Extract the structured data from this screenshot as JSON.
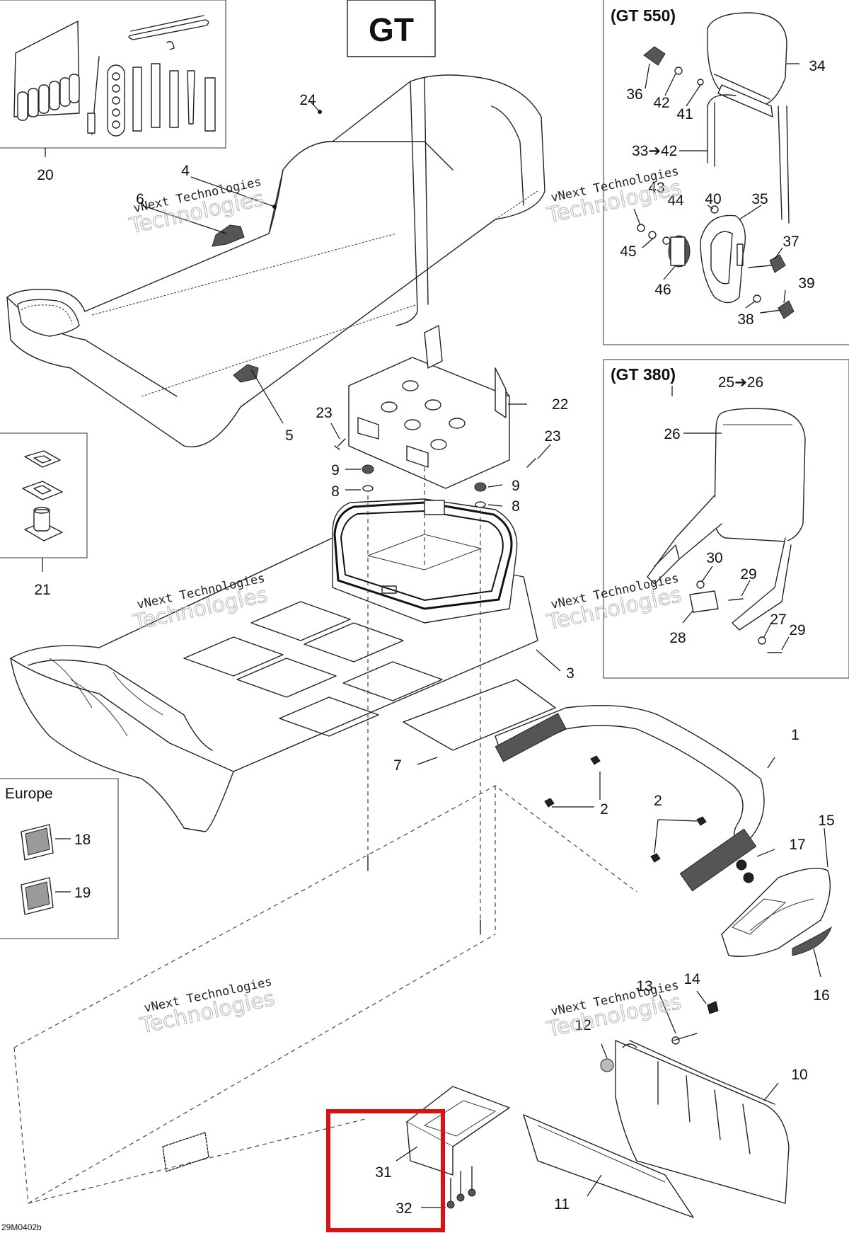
{
  "diagram": {
    "title": "GT",
    "inset_gt550": "(GT 550)",
    "inset_gt380": "(GT 380)",
    "inset_europe": "Europe",
    "drawing_code": "29M0402b",
    "watermark_line1": "vNext Technologies",
    "watermark_line2": "Technologies",
    "highlight_color": "#dd1111",
    "callouts": {
      "c1": "1",
      "c2a": "2",
      "c2b": "2",
      "c3": "3",
      "c4": "4",
      "c5": "5",
      "c6": "6",
      "c7": "7",
      "c8a": "8",
      "c8b": "8",
      "c9a": "9",
      "c9b": "9",
      "c10": "10",
      "c11": "11",
      "c12": "12",
      "c13": "13",
      "c14": "14",
      "c15": "15",
      "c16": "16",
      "c17": "17",
      "c18": "18",
      "c19": "19",
      "c20": "20",
      "c21": "21",
      "c22": "22",
      "c23a": "23",
      "c23b": "23",
      "c24": "24",
      "c25_26": "25➔26",
      "c26": "26",
      "c27": "27",
      "c28": "28",
      "c29a": "29",
      "c29b": "29",
      "c30": "30",
      "c31": "31",
      "c32": "32",
      "c33_42": "33➔42",
      "c34": "34",
      "c35": "35",
      "c36": "36",
      "c37": "37",
      "c38": "38",
      "c39": "39",
      "c40": "40",
      "c41": "41",
      "c42": "42",
      "c43": "43",
      "c44": "44",
      "c45": "45",
      "c46": "46"
    }
  }
}
